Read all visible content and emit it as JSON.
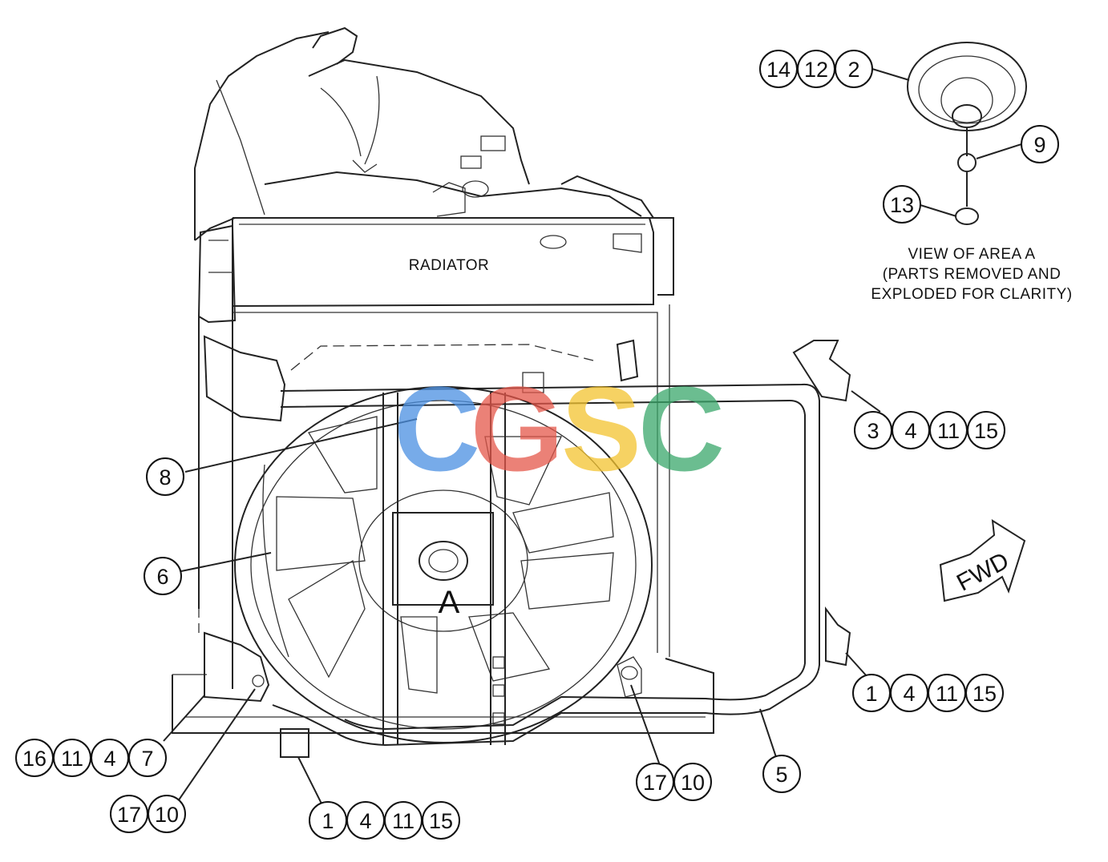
{
  "labels": {
    "radiator": "RADIATOR",
    "area_letter": "A",
    "view_title": [
      "VIEW OF AREA A",
      "(PARTS REMOVED AND",
      "EXPLODED FOR CLARITY)"
    ],
    "fwd": "FWD"
  },
  "watermark": {
    "text": "CGSC",
    "letters": [
      "C",
      "G",
      "S",
      "C"
    ],
    "colors": [
      "#4a90e2",
      "#e5574a",
      "#f4c430",
      "#3aa86b"
    ]
  },
  "callouts": [
    {
      "id": "c-14-12-2",
      "numbers": [
        "14",
        "12",
        "2"
      ]
    },
    {
      "id": "c-9",
      "numbers": [
        "9"
      ]
    },
    {
      "id": "c-13",
      "numbers": [
        "13"
      ]
    },
    {
      "id": "c-3-4-11-15",
      "numbers": [
        "3",
        "4",
        "11",
        "15"
      ]
    },
    {
      "id": "c-8",
      "numbers": [
        "8"
      ]
    },
    {
      "id": "c-6",
      "numbers": [
        "6"
      ]
    },
    {
      "id": "c-1-4-11-15-right",
      "numbers": [
        "1",
        "4",
        "11",
        "15"
      ]
    },
    {
      "id": "c-16-11-4-7",
      "numbers": [
        "16",
        "11",
        "4",
        "7"
      ]
    },
    {
      "id": "c-17-10-left",
      "numbers": [
        "17",
        "10"
      ]
    },
    {
      "id": "c-1-4-11-15-bottom",
      "numbers": [
        "1",
        "4",
        "11",
        "15"
      ]
    },
    {
      "id": "c-17-10-mid",
      "numbers": [
        "17",
        "10"
      ]
    },
    {
      "id": "c-5",
      "numbers": [
        "5"
      ]
    }
  ]
}
